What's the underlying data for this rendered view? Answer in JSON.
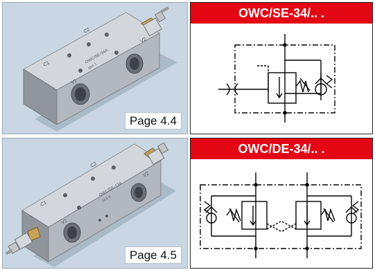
{
  "products": [
    {
      "title": "OWC/SE-34/.. .",
      "page": "Page 4.4",
      "block_labels": {
        "c1": "C1",
        "c2": "C2",
        "v1": "V1",
        "v2": "V2",
        "model": "OWC/SE-34A",
        "sub": "spm 1"
      }
    },
    {
      "title": "OWC/DE-34/.. .",
      "page": "Page 4.5",
      "block_labels": {
        "c1": "C1",
        "c2": "C2",
        "v1": "V1",
        "v2": "V2",
        "model": "OWC/DE-13A",
        "sub": "13.5 V"
      }
    }
  ],
  "colors": {
    "title_bar": "#e30613",
    "photo_bg": "#c8d7e3",
    "block": "#b9bec4"
  }
}
